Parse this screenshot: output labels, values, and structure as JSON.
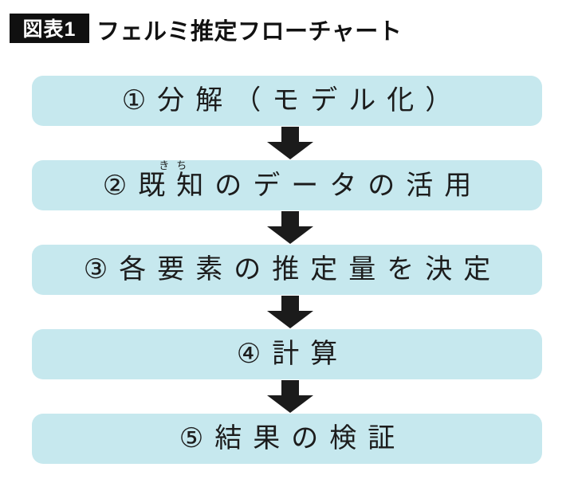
{
  "header": {
    "badge": "図表1",
    "title": "フェルミ推定フローチャート"
  },
  "flow": {
    "steps": [
      {
        "label": "①分解（モデル化）"
      },
      {
        "prefix": "②",
        "ruby_base": "既知",
        "ruby_text": "きち",
        "suffix": "のデータの活用"
      },
      {
        "label": "③各要素の推定量を決定"
      },
      {
        "label": "④計算"
      },
      {
        "label": "⑤結果の検証"
      }
    ]
  },
  "colors": {
    "box_fill": "#c6e8ee",
    "arrow": "#1b1b1b",
    "badge_bg": "#101010",
    "badge_text": "#ffffff",
    "text": "#1c1c1c"
  }
}
